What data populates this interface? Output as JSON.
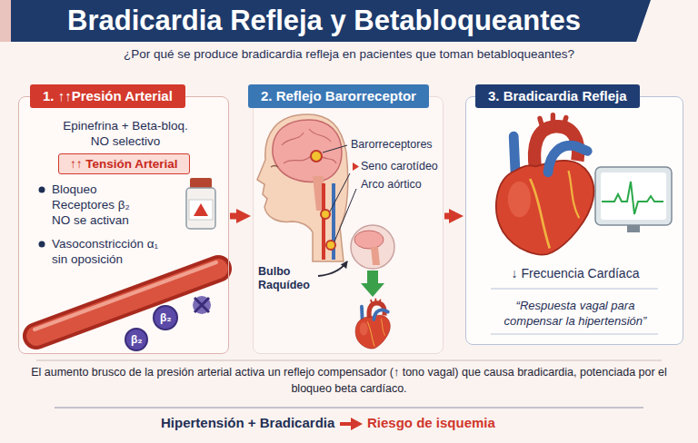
{
  "diagram": {
    "title": "Bradicardia Refleja y Betabloqueantes",
    "caption": "El aumento brusco de la presión arterial activa un reflejo compensador (↑ tono vagal) que causa bradicardia, potenciada por el bloqueo beta cardíaco.",
    "nodes": [
      {
        "text": [
          "1. ↑↑Presión Arterial",
          "Epinefrina + Beta-bloq. NO selectivo",
          "Bloqueo Receptores β₂ NO se activan",
          "Vasoconstricción α₁ sin oposición"
        ]
      },
      {
        "text": [
          "↑↑ Tensión Arterial"
        ],
        "in": 0
      },
      {
        "text": [
          "2. Reflejo Barorreceptor"
        ]
      },
      {
        "text": [
          "3. Bradicardia Refleja",
          "↓ Frecuencia Cardíaca",
          "“Respuesta vagal para compensar la hipertensión”"
        ]
      }
    ],
    "edges": [
      {
        "from": 0,
        "to": 2,
        "arrow": "to"
      },
      {
        "from": 2,
        "to": 3,
        "arrow": "to"
      }
    ],
    "labels": [
      "¿Por qué se produce bradicardia refleja en pacientes que toman betabloqueantes?",
      "β₂",
      "β₂",
      "Barorreceptores",
      "Seno carotídeo",
      "Arco aórtico",
      "Bulbo Raquídeo",
      "Hipertensión + Bradicardia",
      "Riesgo de isquemia"
    ]
  }
}
